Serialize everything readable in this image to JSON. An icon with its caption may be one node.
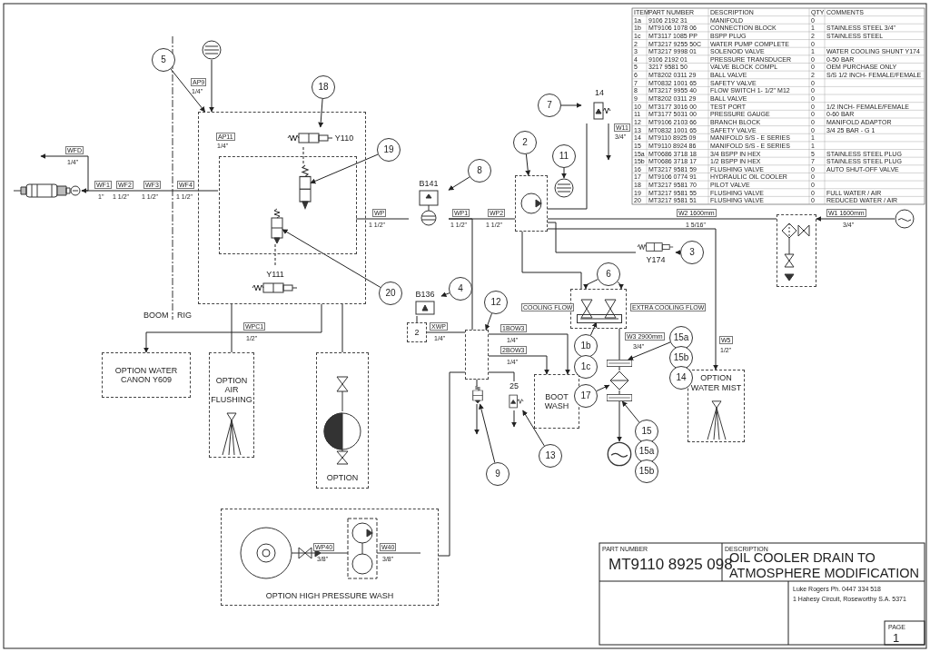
{
  "diagram": {
    "title": "OIL COOLER DRAIN TO ATMOSPHERE MODIFICATION",
    "nodes": [
      {
        "text": [],
        "shape": "box"
      },
      {
        "text": [],
        "shape": "box",
        "in": 0
      },
      {
        "text": [
          "Y110"
        ],
        "in": 0
      },
      {
        "text": [
          "Y111"
        ],
        "in": 0
      },
      {
        "text": [],
        "shape": "picture",
        "in": 1
      },
      {
        "text": [],
        "shape": "picture",
        "in": 1
      },
      {
        "text": [],
        "shape": "picture"
      },
      {
        "text": [],
        "shape": "picture"
      },
      {
        "text": [
          "B141"
        ]
      },
      {
        "text": [],
        "shape": "box"
      },
      {
        "text": [],
        "shape": "picture"
      },
      {
        "text": [
          "14"
        ]
      },
      {
        "text": [
          "Y174"
        ]
      },
      {
        "text": [],
        "shape": "box"
      },
      {
        "text": [],
        "shape": "picture",
        "in": 13
      },
      {
        "text": [
          "B136"
        ]
      },
      {
        "text": [
          "2"
        ]
      },
      {
        "text": [],
        "shape": "box"
      },
      {
        "text": [],
        "shape": "picture"
      },
      {
        "text": [
          "25"
        ]
      },
      {
        "text": [
          "BOOT WASH"
        ]
      },
      {
        "text": [
          "OPTION WATER CANON Y609"
        ]
      },
      {
        "text": [
          "OPTION AIR FLUSHING"
        ]
      },
      {
        "text": [
          "OPTION"
        ]
      },
      {
        "text": [
          "OPTION HIGH PRESSURE WASH"
        ]
      },
      {
        "text": [],
        "shape": "box"
      },
      {
        "text": [],
        "shape": "picture"
      },
      {
        "text": [
          "OPTION WATER MIST"
        ]
      },
      {
        "text": [],
        "shape": "picture"
      },
      {
        "text": [],
        "shape": "diamond"
      },
      {
        "text": [],
        "shape": "picture"
      },
      {
        "text": [],
        "shape": "picture"
      },
      {
        "text": [
          "5"
        ]
      },
      {
        "text": [
          "18"
        ]
      },
      {
        "text": [
          "19"
        ]
      },
      {
        "text": [
          "20"
        ]
      },
      {
        "text": [
          "2"
        ]
      },
      {
        "text": [
          "8"
        ]
      },
      {
        "text": [
          "11"
        ]
      },
      {
        "text": [
          "7"
        ]
      },
      {
        "text": [
          "3"
        ]
      },
      {
        "text": [
          "6"
        ]
      },
      {
        "text": [
          "4"
        ]
      },
      {
        "text": [
          "12"
        ]
      },
      {
        "text": [
          "1b"
        ]
      },
      {
        "text": [
          "1c"
        ]
      },
      {
        "text": [
          "15a"
        ]
      },
      {
        "text": [
          "15b"
        ]
      },
      {
        "text": [
          "14"
        ]
      },
      {
        "text": [
          "17"
        ]
      },
      {
        "text": [
          "15"
        ]
      },
      {
        "text": [
          "15a"
        ]
      },
      {
        "text": [
          "15b"
        ]
      },
      {
        "text": [
          "9"
        ]
      },
      {
        "text": [
          "13"
        ]
      }
    ],
    "edges": [
      {
        "from": 26,
        "to": 25,
        "arrow": "to"
      },
      {
        "from": 25,
        "to": 9,
        "arrow": "none"
      },
      {
        "from": 9,
        "to": 8,
        "arrow": "none"
      },
      {
        "from": 8,
        "to": 1,
        "arrow": "none"
      },
      {
        "from": 1,
        "to": 6,
        "arrow": "to"
      },
      {
        "from": 6,
        "to": null,
        "arrow": "to"
      },
      {
        "from": 7,
        "to": 0,
        "arrow": "to"
      },
      {
        "from": 2,
        "to": 4,
        "arrow": "none",
        "style": "dashed"
      },
      {
        "from": 3,
        "to": 5,
        "arrow": "none",
        "style": "dashed"
      },
      {
        "from": 0,
        "to": 21,
        "arrow": "to"
      },
      {
        "from": 0,
        "to": 22,
        "arrow": "none"
      },
      {
        "from": 0,
        "to": 23,
        "arrow": "none"
      },
      {
        "from": 8,
        "to": 17,
        "arrow": "none"
      },
      {
        "from": 16,
        "to": 17,
        "arrow": "none"
      },
      {
        "from": 15,
        "to": 16,
        "arrow": "none"
      },
      {
        "from": 17,
        "to": 20,
        "arrow": "to"
      },
      {
        "from": 17,
        "to": 20,
        "arrow": "to"
      },
      {
        "from": 17,
        "to": 18,
        "arrow": "none"
      },
      {
        "from": 18,
        "to": null,
        "arrow": "to"
      },
      {
        "from": 17,
        "to": 19,
        "arrow": "none"
      },
      {
        "from": 19,
        "to": null,
        "arrow": "to"
      },
      {
        "from": 17,
        "to": 24,
        "arrow": "none"
      },
      {
        "from": 9,
        "to": 11,
        "arrow": "none"
      },
      {
        "from": 11,
        "to": null,
        "arrow": "to"
      },
      {
        "from": 9,
        "to": 12,
        "arrow": "none"
      },
      {
        "from": 9,
        "to": 13,
        "arrow": "none"
      },
      {
        "from": 13,
        "to": 28,
        "arrow": "none"
      },
      {
        "from": 28,
        "to": 29,
        "arrow": "none"
      },
      {
        "from": 29,
        "to": 30,
        "arrow": "none"
      },
      {
        "from": 30,
        "to": 31,
        "arrow": "to"
      },
      {
        "from": 9,
        "to": 27,
        "arrow": "to"
      },
      {
        "from": 32,
        "to": 0,
        "arrow": "to"
      },
      {
        "from": 33,
        "to": 2,
        "arrow": "to"
      },
      {
        "from": 34,
        "to": 4,
        "arrow": "to"
      },
      {
        "from": 35,
        "to": 5,
        "arrow": "to"
      },
      {
        "from": 36,
        "to": 9,
        "arrow": "to"
      },
      {
        "from": 37,
        "to": 8,
        "arrow": "to"
      },
      {
        "from": 38,
        "to": 10,
        "arrow": "to"
      },
      {
        "from": 39,
        "to": 11,
        "arrow": "to"
      },
      {
        "from": 40,
        "to": 12,
        "arrow": "to"
      },
      {
        "from": 41,
        "to": 13,
        "arrow": "to"
      },
      {
        "from": 41,
        "to": 13,
        "arrow": "to"
      },
      {
        "from": 42,
        "to": 15,
        "arrow": "to"
      },
      {
        "from": 43,
        "to": 17,
        "arrow": "to"
      },
      {
        "from": 44,
        "to": 14,
        "arrow": "to"
      },
      {
        "from": 46,
        "to": 28,
        "arrow": "to"
      },
      {
        "from": 49,
        "to": 29,
        "arrow": "to"
      },
      {
        "from": 50,
        "to": 30,
        "arrow": "to"
      },
      {
        "from": 53,
        "to": 18,
        "arrow": "to"
      },
      {
        "from": 54,
        "to": 19,
        "arrow": "to"
      }
    ],
    "labels": [
      "BOOM",
      "RIG",
      "WFD",
      "1/4\"",
      "WF1",
      "1\"",
      "WF2",
      "1 1/2\"",
      "WF3",
      "1 1/2\"",
      "WF4",
      "1 1/2\"",
      "AP9",
      "1/4\"",
      "AP11",
      "1/4\"",
      "WP",
      "1 1/2\"",
      "WP1",
      "1 1/2\"",
      "WP2",
      "1 1/2\"",
      "W2 1600mm",
      "1 5/16\"",
      "W1 1600mm",
      "3/4\"",
      "W11",
      "3/4\"",
      "XWP",
      "1/4\"",
      "1BOW3",
      "1/4\"",
      "2BOW3",
      "1/4\"",
      "WPC1",
      "1/2\"",
      "W3 2900mm",
      "3/4\"",
      "W5",
      "1/2\"",
      "WP40",
      "3/8\"",
      "W40",
      "3/8\"",
      "COOLING FLOW",
      "EXTRA COOLING FLOW",
      "ITEM",
      "PART NUMBER",
      "DESCRIPTION",
      "QTY",
      "COMMENTS",
      "1a",
      "9106 2192 31",
      "MANIFOLD",
      "0",
      "1b",
      "MT9106 1078 06",
      "CONNECTION BLOCK",
      "1",
      "STAINLESS STEEL 3/4\"",
      "1c",
      "MT3117 1085 PP",
      "BSPP PLUG",
      "2",
      "STAINLESS STEEL",
      "2",
      "MT3217 9255 50C",
      "WATER PUMP COMPLETE",
      "0",
      "3",
      "MT3217 9998 01",
      "SOLENOID VALVE",
      "1",
      "WATER COOLING SHUNT Y174",
      "4",
      "9106 2192 01",
      "PRESSURE TRANSDUCER",
      "0",
      "0-50 BAR",
      "5",
      "3217 9581 50",
      "VALVE BLOCK COMPL",
      "0",
      "OEM PURCHASE ONLY",
      "6",
      "MT8202 0311 29",
      "BALL VALVE",
      "2",
      "S/S 1/2 INCH- FEMALE/FEMALE",
      "7",
      "MT0832 1001 65",
      "SAFETY VALVE",
      "0",
      "8",
      "MT3217 9955 40",
      "FLOW SWITCH 1- 1/2\" M12",
      "0",
      "9",
      "MT8202 0311 29",
      "BALL VALVE",
      "0",
      "10",
      "MT3177 3016 00",
      "TEST PORT",
      "0",
      "1/2 INCH- FEMALE/FEMALE",
      "11",
      "MT3177 5031 00",
      "PRESSURE GAUGE",
      "0",
      "0-60 BAR",
      "12",
      "MT9106 2103 66",
      "BRANCH BLOCK",
      "0",
      "MANIFOLD ADAPTOR",
      "13",
      "MT0832 1001 65",
      "SAFETY VALVE",
      "0",
      "3/4 25 BAR - G 1",
      "14",
      "MT9110 8925 09",
      "MANIFOLD S/S - E SERIES",
      "1",
      "15",
      "MT9110 8924 86",
      "MANIFOLD S/S - E SERIES",
      "1",
      "15a",
      "MT0686 3718 18",
      "3/4 BSPP IN HEX",
      "5",
      "STAINLESS STEEL PLUG",
      "15b",
      "MT0686 3718 17",
      "1/2 BSPP IN HEX",
      "7",
      "STAINLESS STEEL PLUG",
      "16",
      "MT3217 9581 59",
      "FLUSHING VALVE",
      "0",
      "AUTO SHUT-OFF VALVE",
      "17",
      "MT9106 0774 91",
      "HYDRAULIC OIL COOLER",
      "0",
      "18",
      "MT3217 9581 70",
      "PILOT VALVE",
      "0",
      "19",
      "MT3217 9581 55",
      "FLUSHING VALVE",
      "0",
      "FULL WATER / AIR",
      "20",
      "MT3217 9581 51",
      "FLUSHING VALVE",
      "0",
      "REDUCED WATER / AIR",
      "PART NUMBER",
      "MT9110 8925 098",
      "DESCRIPTION",
      "Luke Rogers Ph. 0447 334 518",
      "1 Hahesy Circuit, Roseworthy S.A. 5371",
      "PAGE",
      "1"
    ]
  }
}
